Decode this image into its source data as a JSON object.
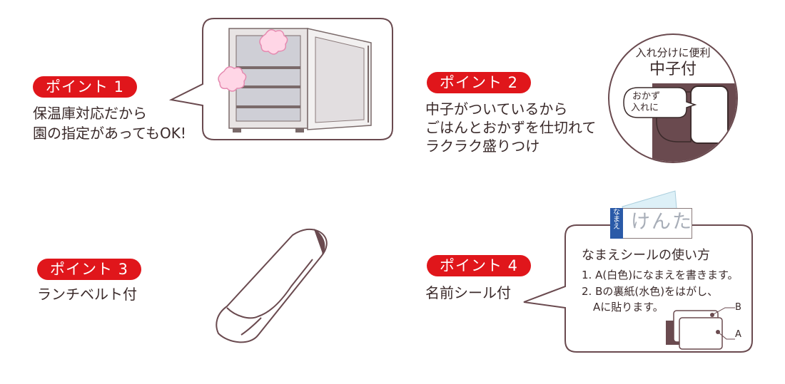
{
  "colors": {
    "accent": "#e0161b",
    "outline": "#6a4a4f",
    "sticker_blue": "#2a5aa8"
  },
  "point1": {
    "badge": "ポイント 1",
    "lines": [
      "保温庫対応だから",
      "園の指定があってもOK!"
    ]
  },
  "point2": {
    "badge": "ポイント 2",
    "lines": [
      "中子がついているから",
      "ごはんとおかずを仕切れて",
      "ラクラク盛りつけ"
    ],
    "circle_line1": "入れ分けに便利",
    "circle_line2": "中子付",
    "bubble_line1": "おかず",
    "bubble_line2": "入れに"
  },
  "point3": {
    "badge": "ポイント 3",
    "lines": [
      "ランチベルト付"
    ]
  },
  "point4": {
    "badge": "ポイント 4",
    "lines": [
      "名前シール付"
    ],
    "sticker_tag": "なまえ",
    "sticker_name": "けんた",
    "title": "なまえシールの使い方",
    "steps": [
      "1. A(白色)になまえを書きます。",
      "2. Bの裏紙(水色)をはがし、",
      "Aに貼ります。"
    ],
    "label_b": "B",
    "label_a": "A"
  }
}
